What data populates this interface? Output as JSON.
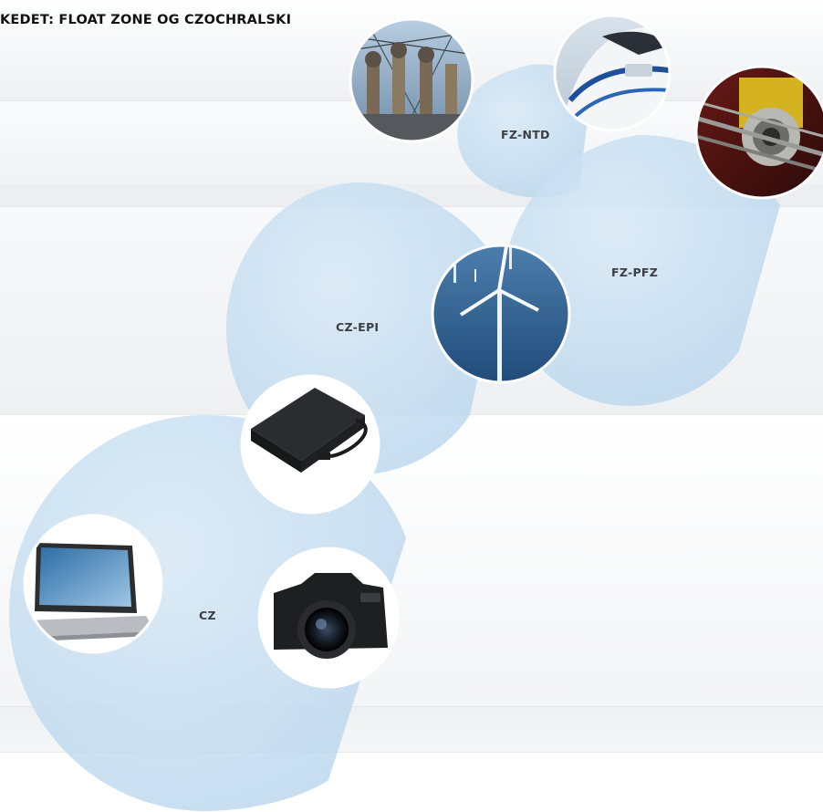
{
  "title": "KEDET: FLOAT ZONE OG CZOCHRALSKI",
  "nodes": [
    {
      "label": "FZ-NTD",
      "icon": "railway-substation-icon"
    },
    {
      "label": "FZ-PFZ",
      "icon": "industrial-machine-icon"
    },
    {
      "label": "CZ-EPI",
      "icon": "wind-turbine-icon"
    },
    {
      "label": "CZ",
      "icon": "laptop-icon"
    }
  ],
  "photos": [
    {
      "name": "electrical-substation-icon"
    },
    {
      "name": "high-speed-train-icon"
    },
    {
      "name": "industrial-machine-icon"
    },
    {
      "name": "offshore-wind-turbine-icon"
    },
    {
      "name": "power-adapter-icon"
    },
    {
      "name": "laptop-icon"
    },
    {
      "name": "camera-icon"
    }
  ],
  "colors": {
    "bubble": "#c4dcef",
    "bubble_edge": "#aecde6",
    "label": "#3b3f44"
  }
}
